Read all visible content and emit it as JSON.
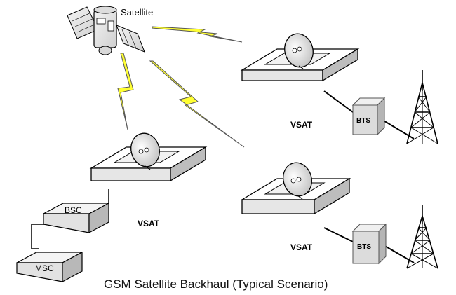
{
  "diagram": {
    "caption": "GSM Satellite Backhaul (Typical Scenario)",
    "nodes": {
      "satellite": "Satellite",
      "vsat_top_right": "VSAT",
      "vsat_left": "VSAT",
      "vsat_bottom_right": "VSAT",
      "bts_top": "BTS",
      "bts_bottom": "BTS",
      "bsc": "BSC",
      "msc": "MSC"
    },
    "colors": {
      "lightning": "#ffff33",
      "device_face": "#e8e8e8",
      "device_side": "#b0b0b0",
      "outline": "#000000"
    }
  }
}
